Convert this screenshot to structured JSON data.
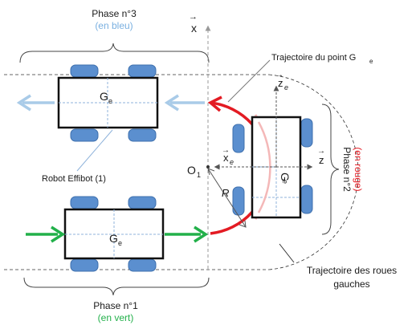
{
  "labels": {
    "phase3_title": "Phase n°3",
    "phase3_note": "(en bleu)",
    "phase1_title": "Phase n°1",
    "phase1_note": "(en vert)",
    "phase2_title": "Phase n°2",
    "phase2_note": "(en rouge)",
    "axis_x": "x",
    "axis_z_top": "z",
    "axis_z_top_sub": "e",
    "axis_x_local": "x",
    "axis_x_local_sub": "e",
    "axis_z_right": "z",
    "origin": "O",
    "origin_sub": "1",
    "radius": "R",
    "traj_point": "Trajectoire du point G",
    "traj_point_sub": "e",
    "robot": "Robot Effibot (1)",
    "traj_wheels_line1": "Trajectoire des roues",
    "traj_wheels_line2": "gauches",
    "robot_center": "G",
    "robot_center_sub": "e"
  },
  "colors": {
    "phase3": "#a9cbe8",
    "phase1": "#22b04a",
    "phase2": "#e31b23",
    "phase2_light": "#f4b8b8",
    "wheel_fill": "#5b8fcf",
    "wheel_stroke": "#3d6fad",
    "robot_axis": "#8fb3db",
    "guide": "#999999",
    "body_stroke": "#111111"
  }
}
